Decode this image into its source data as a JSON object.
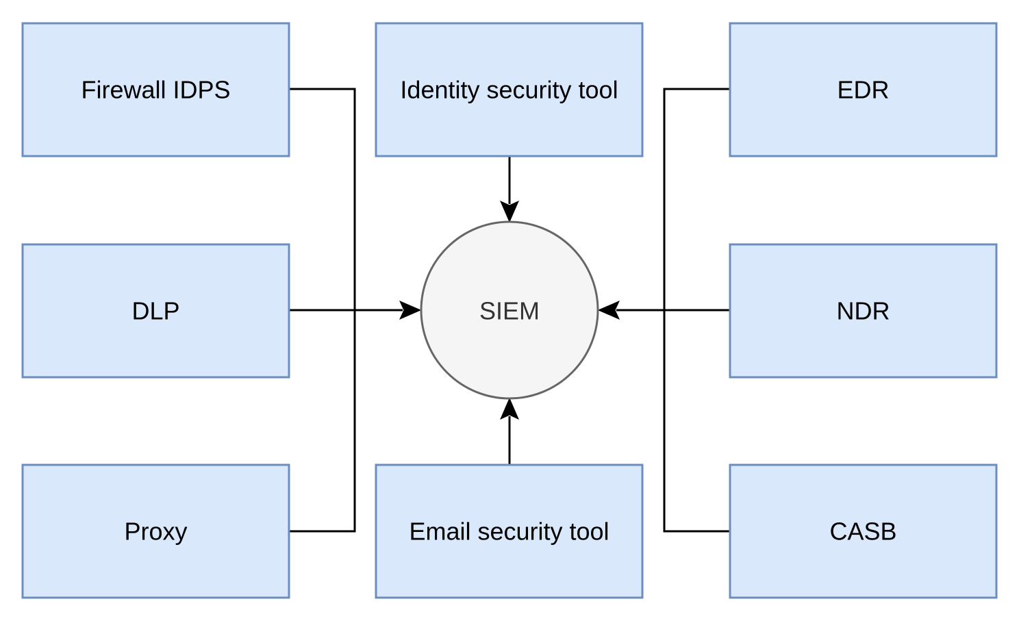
{
  "diagram": {
    "center": {
      "label": "SIEM"
    },
    "nodes": {
      "firewall": {
        "label": "Firewall IDPS"
      },
      "identity": {
        "label": "Identity security tool"
      },
      "edr": {
        "label": "EDR"
      },
      "dlp": {
        "label": "DLP"
      },
      "ndr": {
        "label": "NDR"
      },
      "proxy": {
        "label": "Proxy"
      },
      "email": {
        "label": "Email security tool"
      },
      "casb": {
        "label": "CASB"
      }
    },
    "colors": {
      "box_fill": "#dae8fc",
      "box_stroke": "#6c8ebf",
      "circle_fill": "#f5f5f5",
      "circle_stroke": "#666666",
      "edge": "#000000"
    }
  }
}
